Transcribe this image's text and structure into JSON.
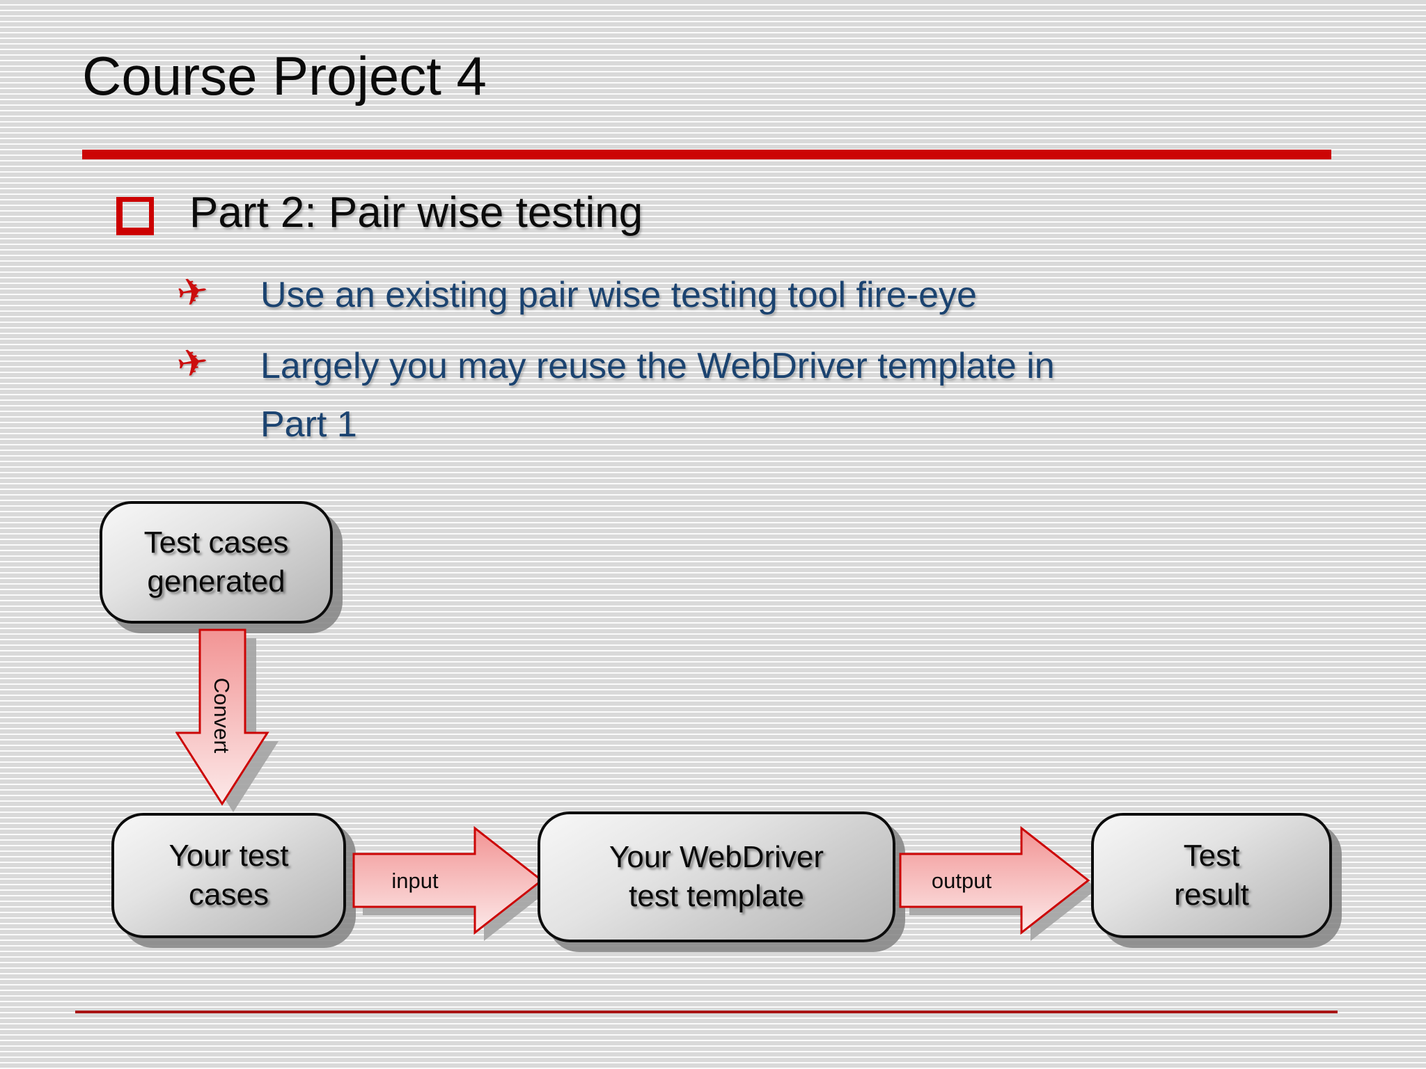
{
  "slide": {
    "title": "Course Project 4",
    "bullet": "Part 2: Pair wise testing",
    "sub_bullets": [
      "Use an existing pair wise testing tool fire-eye",
      "Largely you may reuse the WebDriver template in\nPart 1"
    ]
  },
  "icons": {
    "plane": "✈"
  },
  "diagram": {
    "boxes": [
      {
        "label": "Test cases\ngenerated"
      },
      {
        "label": "Your test\ncases"
      },
      {
        "label": "Your WebDriver\ntest template"
      },
      {
        "label": "Test\nresult"
      }
    ],
    "arrows": [
      {
        "label": "Convert",
        "direction": "down"
      },
      {
        "label": "input",
        "direction": "right"
      },
      {
        "label": "output",
        "direction": "right"
      }
    ]
  },
  "colors": {
    "accent_red": "#cc0505",
    "footer_red": "#a91414",
    "navy_text": "#1b4370",
    "arrow_fill_top": "#f29494",
    "arrow_fill_bottom": "#fce9e9",
    "box_border": "#0c0c0c",
    "background_stripe": "#d9d9d9"
  }
}
